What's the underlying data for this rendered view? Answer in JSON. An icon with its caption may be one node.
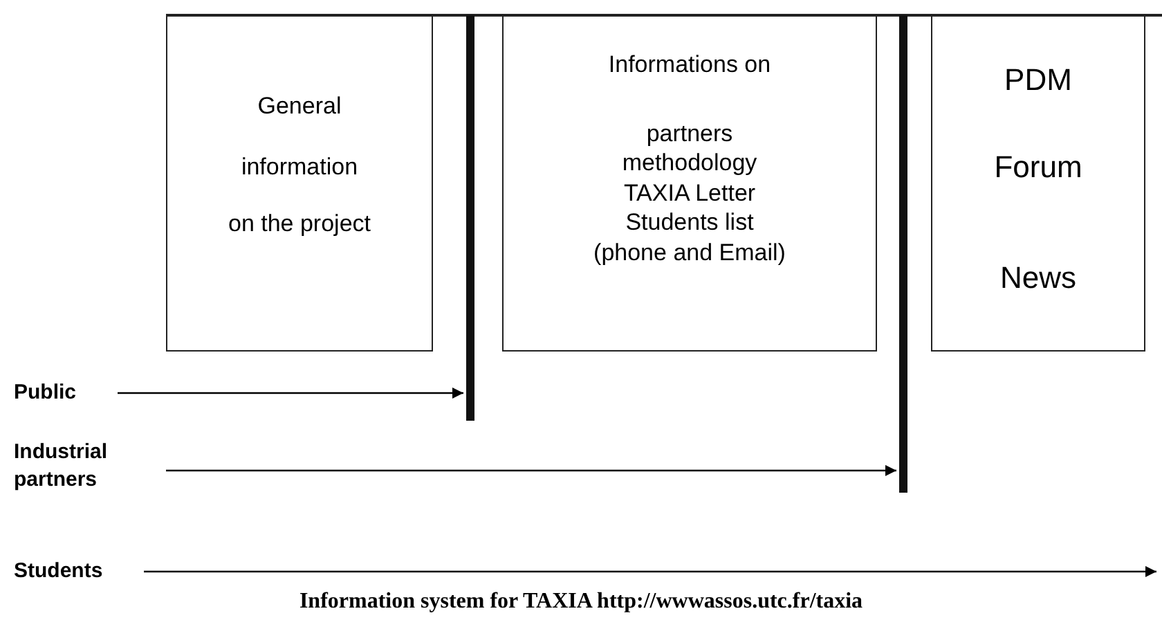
{
  "diagram": {
    "caption": "Information system for TAXIA  http://wwwassos.utc.fr/taxia",
    "nodes": [
      {
        "text": [
          "General",
          "information",
          "on the project"
        ]
      },
      {
        "text": [],
        "shape": "bar"
      },
      {
        "text": [
          "Informations on",
          "partners",
          "methodology",
          "TAXIA Letter",
          "Students list",
          "(phone and Email)"
        ]
      },
      {
        "text": [],
        "shape": "bar"
      },
      {
        "text": [
          "PDM",
          "Forum",
          "News"
        ]
      },
      {
        "text": [
          "Public"
        ]
      },
      {
        "text": [
          "Industrial partners"
        ]
      },
      {
        "text": [
          "Students"
        ]
      }
    ],
    "edges": [
      {
        "from": 5,
        "to": 1,
        "arrow": "to"
      },
      {
        "from": 6,
        "to": 3,
        "arrow": "to"
      },
      {
        "from": 7,
        "to": null,
        "arrow": "to"
      }
    ]
  }
}
